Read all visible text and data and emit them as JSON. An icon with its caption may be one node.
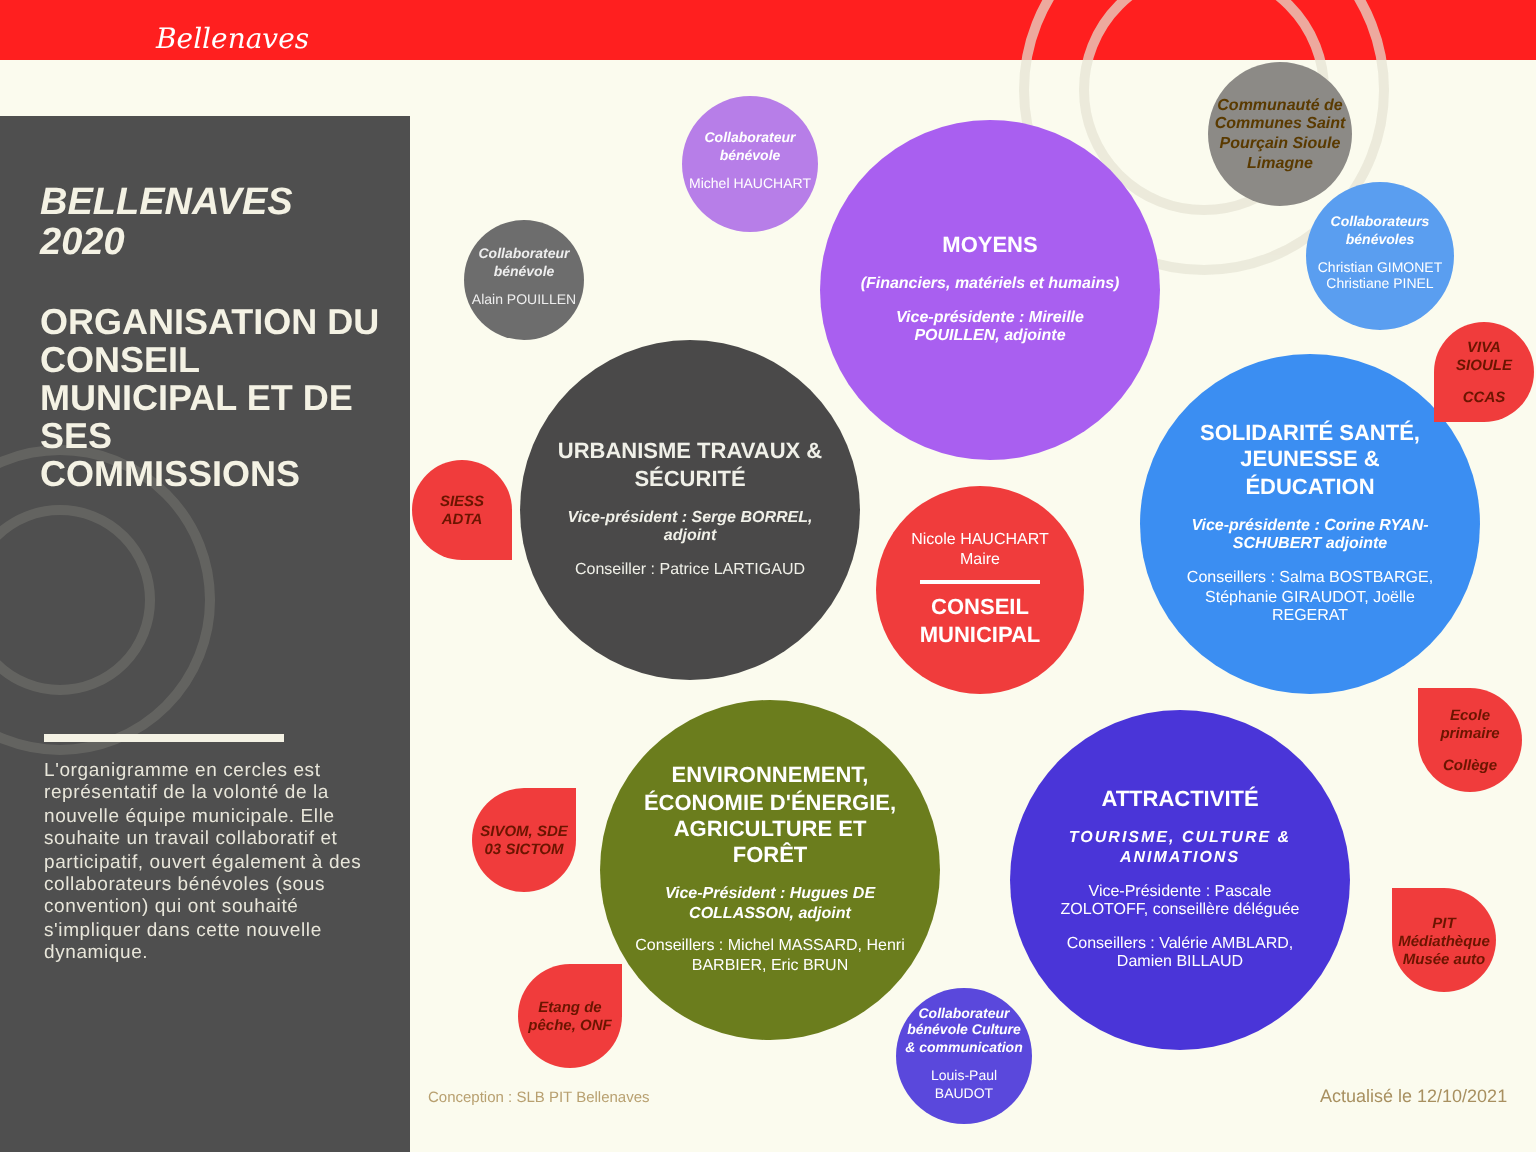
{
  "diagram": {
    "title": "BELLENAVES 2020",
    "nodes": [
      {
        "text": [
          "Communauté de Communes Saint Pourçain Sioule Limagne"
        ]
      },
      {
        "text": [
          "Collaborateur bénévole",
          "Michel HAUCHART"
        ]
      },
      {
        "text": [
          "MOYENS",
          "(Financiers, matériels et humains)",
          "Vice-présidente : Mireille POUILLEN, adjointe"
        ]
      },
      {
        "text": [
          "Collaborateur bénévole",
          "Alain POUILLEN"
        ]
      },
      {
        "text": [
          "Collaborateurs bénévoles",
          "Christian GIMONET Christiane PINEL"
        ]
      },
      {
        "text": [
          "SIESS ADTA"
        ]
      },
      {
        "text": [
          "URBANISME TRAVAUX & SÉCURITÉ",
          "Vice-président : Serge BORREL, adjoint",
          "Conseiller : Patrice LARTIGAUD"
        ]
      },
      {
        "text": [
          "VIVA SIOULE",
          "CCAS"
        ]
      },
      {
        "text": [
          "SOLIDARITÉ SANTÉ, JEUNESSE & ÉDUCATION",
          "Vice-présidente : Corine RYAN-SCHUBERT adjointe",
          "Conseillers : Salma BOSTBARGE, Stéphanie GIRAUDOT, Joëlle REGERAT"
        ]
      },
      {
        "text": [
          "Nicole HAUCHART Maire",
          "CONSEIL MUNICIPAL"
        ]
      },
      {
        "text": [
          "Ecole primaire",
          "Collège"
        ]
      },
      {
        "text": [
          "SIVOM, SDE 03 SICTOM"
        ]
      },
      {
        "text": [
          "ENVIRONNEMENT, ÉCONOMIE D'ÉNERGIE, AGRICULTURE ET FORÊT",
          "Vice-Président : Hugues DE COLLASSON, adjoint",
          "Conseillers : Michel MASSARD, Henri BARBIER, Eric BRUN"
        ]
      },
      {
        "text": [
          "ATTRACTIVITÉ",
          "TOURISME, CULTURE & ANIMATIONS",
          "Vice-Présidente : Pascale ZOLOTOFF, conseillère déléguée",
          "Conseillers : Valérie AMBLARD, Damien BILLAUD"
        ]
      },
      {
        "text": [
          "Etang de pêche, ONF"
        ]
      },
      {
        "text": [
          "PIT Médiathèque Musée auto"
        ]
      },
      {
        "text": [
          "Collaborateur bénévole Culture & communication",
          "Louis-Paul BAUDOT"
        ]
      }
    ],
    "labels": [
      "Bellenaves",
      "ORGANISATION DU CONSEIL MUNICIPAL ET DE SES COMMISSIONS",
      "L'organigramme en cercles est représentatif de la volonté de la nouvelle équipe municipale. Elle souhaite un travail collaboratif et participatif, ouvert également à des collaborateurs bénévoles (sous convention) qui ont souhaité s'impliquer dans cette nouvelle dynamique.",
      "Conception : SLB PIT Bellenaves",
      "Actualisé le 12/10/2021"
    ]
  }
}
